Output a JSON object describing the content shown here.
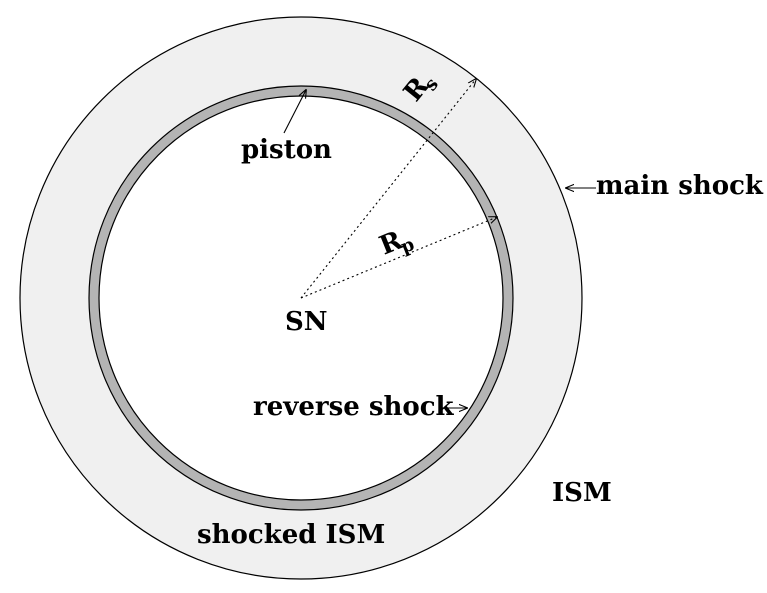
{
  "labels": {
    "piston": "piston",
    "main_shock": "main shock",
    "sn": "SN",
    "reverse_shock": "reverse shock",
    "ism": "ISM",
    "shocked_ism": "shocked ISM",
    "rs_main": "R",
    "rs_sub": "s",
    "rp_main": "R",
    "rp_sub": "p"
  },
  "colors": {
    "shocked_ism_fill": "#f0f0f0",
    "piston_fill": "#b4b4b4",
    "line": "#000000",
    "background": "#ffffff"
  }
}
